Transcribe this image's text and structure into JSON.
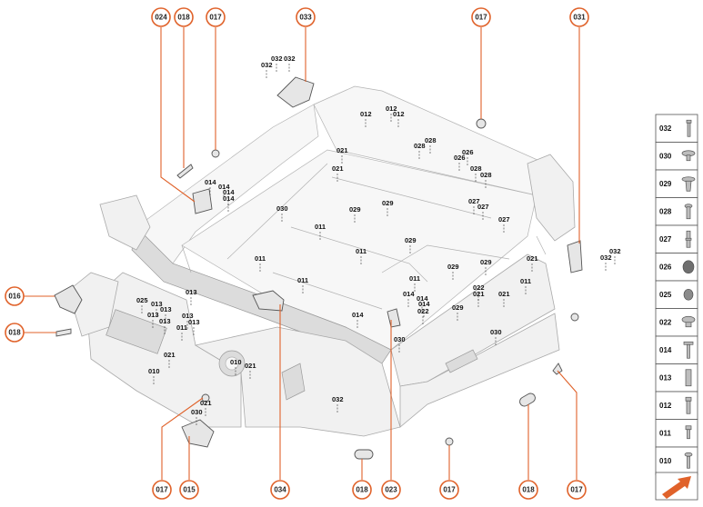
{
  "callouts_top": [
    {
      "id": "c024",
      "label": "024"
    },
    {
      "id": "c018a",
      "label": "018"
    },
    {
      "id": "c017a",
      "label": "017"
    },
    {
      "id": "c033",
      "label": "033"
    },
    {
      "id": "c017b",
      "label": "017"
    },
    {
      "id": "c031",
      "label": "031"
    }
  ],
  "callouts_left": [
    {
      "id": "c016",
      "label": "016"
    },
    {
      "id": "c018b",
      "label": "018"
    }
  ],
  "callouts_bottom": [
    {
      "id": "c017c",
      "label": "017"
    },
    {
      "id": "c015",
      "label": "015"
    },
    {
      "id": "c034",
      "label": "034"
    },
    {
      "id": "c018c",
      "label": "018"
    },
    {
      "id": "c023",
      "label": "023"
    },
    {
      "id": "c017d",
      "label": "017"
    },
    {
      "id": "c018d",
      "label": "018"
    },
    {
      "id": "c017e",
      "label": "017"
    }
  ],
  "part_labels": [
    "032",
    "032",
    "032",
    "012",
    "012",
    "012",
    "021",
    "021",
    "028",
    "028",
    "026",
    "026",
    "028",
    "028",
    "027",
    "027",
    "027",
    "014",
    "014",
    "014",
    "014",
    "030",
    "029",
    "029",
    "011",
    "011",
    "029",
    "011",
    "011",
    "029",
    "029",
    "021",
    "013",
    "025",
    "013",
    "013",
    "013",
    "013",
    "013",
    "013",
    "011",
    "014",
    "014",
    "014",
    "014",
    "022",
    "022",
    "021",
    "011",
    "011",
    "029",
    "030",
    "021",
    "030",
    "021",
    "010",
    "010",
    "021",
    "021",
    "030",
    "032",
    "032",
    "032"
  ],
  "legend": [
    {
      "code": "032",
      "icon": "long-bolt-icon"
    },
    {
      "code": "030",
      "icon": "button-clip-icon"
    },
    {
      "code": "029",
      "icon": "tree-clip-icon"
    },
    {
      "code": "028",
      "icon": "push-rivet-icon"
    },
    {
      "code": "027",
      "icon": "stud-icon"
    },
    {
      "code": "026",
      "icon": "dark-plug-icon"
    },
    {
      "code": "025",
      "icon": "oval-plug-icon"
    },
    {
      "code": "022",
      "icon": "cap-clip-icon"
    },
    {
      "code": "014",
      "icon": "flange-bolt-icon"
    },
    {
      "code": "013",
      "icon": "sleeve-icon"
    },
    {
      "code": "012",
      "icon": "hex-bolt-icon"
    },
    {
      "code": "011",
      "icon": "short-bolt-icon"
    },
    {
      "code": "010",
      "icon": "screw-icon"
    }
  ],
  "colors": {
    "accent": "#e0622a",
    "arrow": "#e0622a"
  }
}
